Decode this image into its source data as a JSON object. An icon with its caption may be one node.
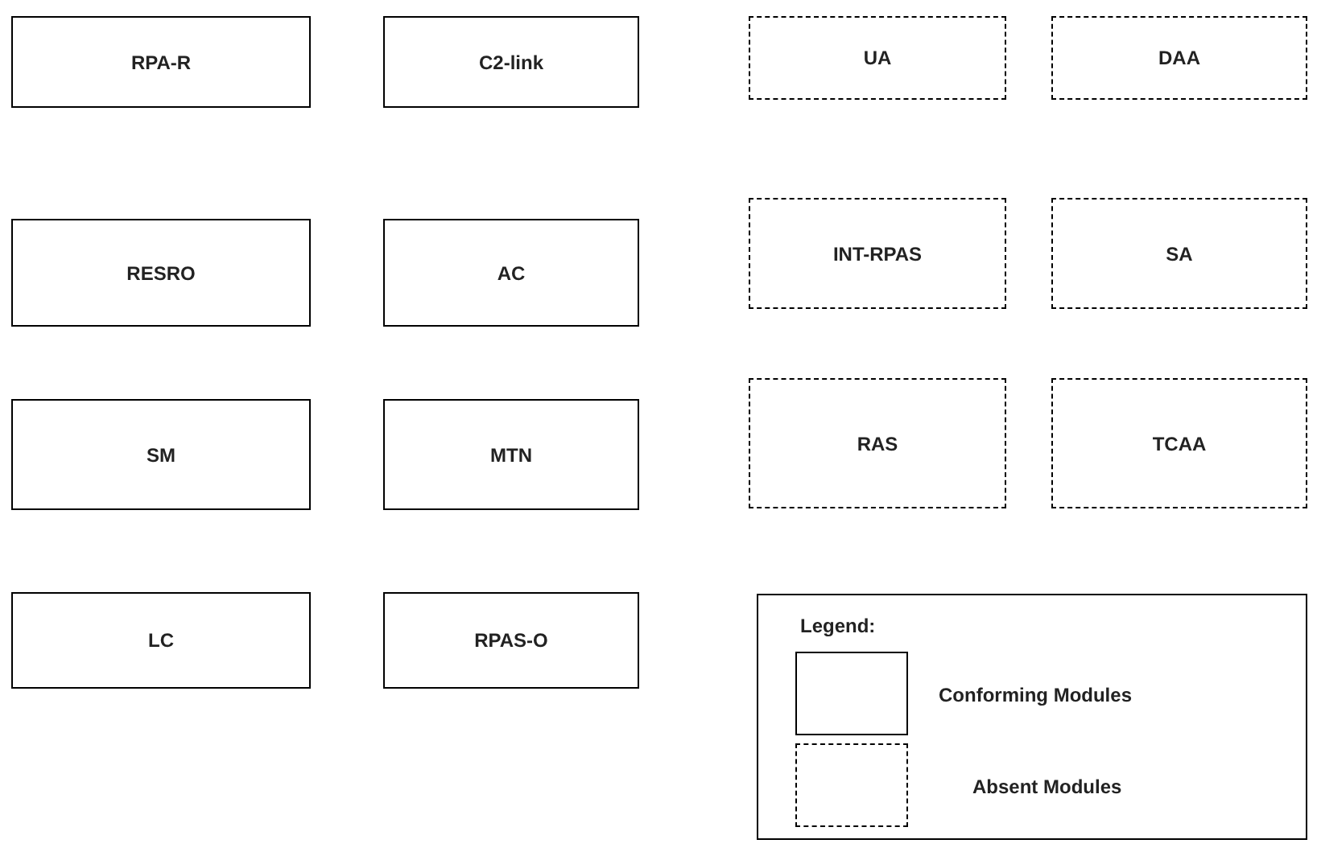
{
  "diagram": {
    "nodes": [
      {
        "text": [
          "RPA-R"
        ]
      },
      {
        "text": [
          "C2-link"
        ]
      },
      {
        "text": [
          "UA"
        ]
      },
      {
        "text": [
          "DAA"
        ]
      },
      {
        "text": [
          "RESRO"
        ]
      },
      {
        "text": [
          "AC"
        ]
      },
      {
        "text": [
          "INT-RPAS"
        ]
      },
      {
        "text": [
          "SA"
        ]
      },
      {
        "text": [
          "SM"
        ]
      },
      {
        "text": [
          "MTN"
        ]
      },
      {
        "text": [
          "RAS"
        ]
      },
      {
        "text": [
          "TCAA"
        ]
      },
      {
        "text": [
          "LC"
        ]
      },
      {
        "text": [
          "RPAS-O"
        ]
      }
    ],
    "labels": [
      "Legend:"
    ],
    "legend": [
      {
        "text": "Conforming Modules"
      },
      {
        "text": "Absent Modules"
      }
    ]
  }
}
